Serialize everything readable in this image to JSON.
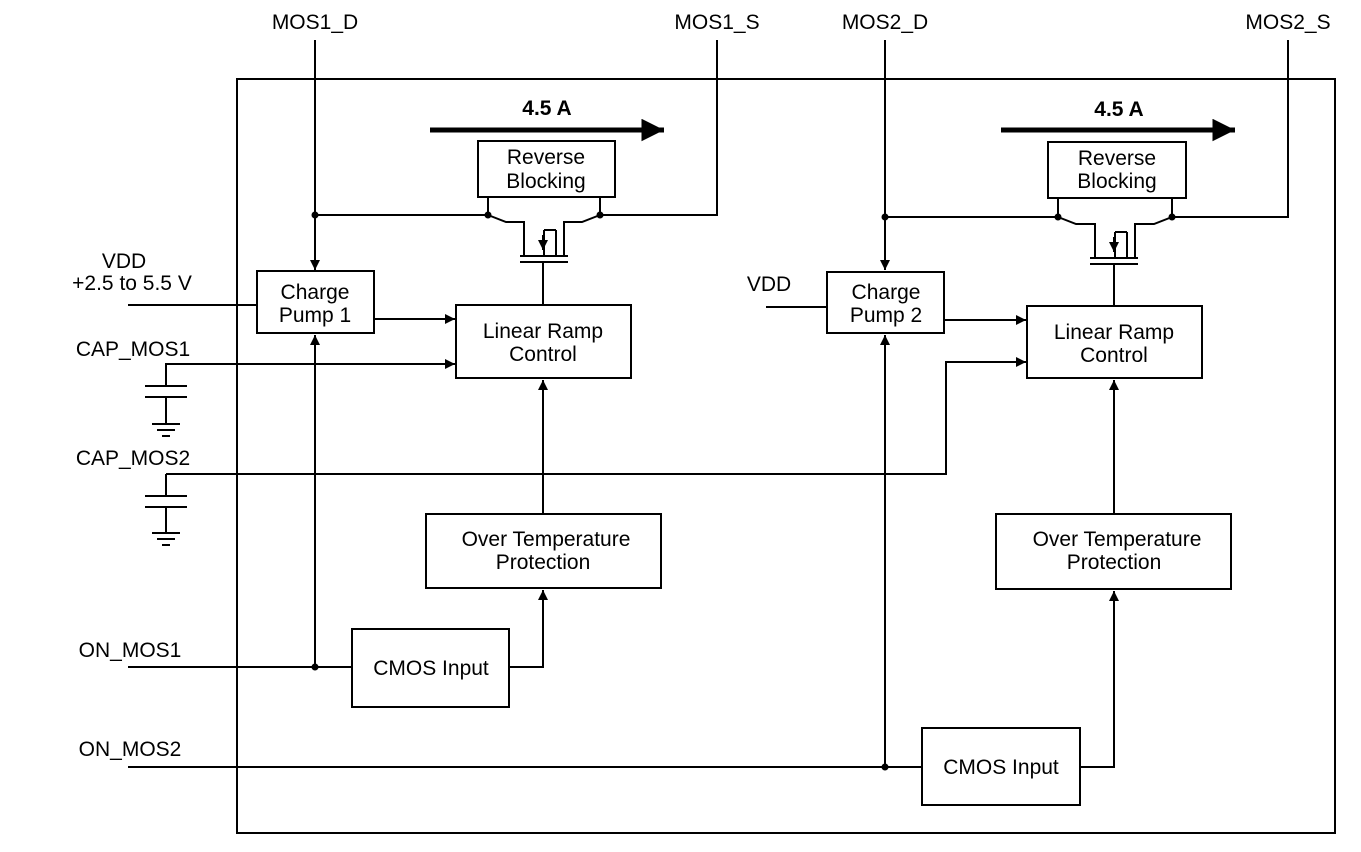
{
  "pins": {
    "mos1_d": "MOS1_D",
    "mos1_s": "MOS1_S",
    "mos2_d": "MOS2_D",
    "mos2_s": "MOS2_S",
    "vdd": "VDD",
    "vdd_range": "+2.5 to 5.5 V",
    "vdd2": "VDD",
    "cap_mos1": "CAP_MOS1",
    "cap_mos2": "CAP_MOS2",
    "on_mos1": "ON_MOS1",
    "on_mos2": "ON_MOS2"
  },
  "channel1": {
    "current": "4.5 A",
    "reverse_blocking": [
      "Reverse",
      "Blocking"
    ],
    "charge_pump": [
      "Charge",
      "Pump 1"
    ],
    "linear_ramp": [
      "Linear Ramp",
      "Control"
    ],
    "over_temp": [
      "Over Temperature",
      "Protection"
    ],
    "cmos_input": "CMOS Input"
  },
  "channel2": {
    "current": "4.5 A",
    "reverse_blocking": [
      "Reverse",
      "Blocking"
    ],
    "charge_pump": [
      "Charge",
      "Pump 2"
    ],
    "linear_ramp": [
      "Linear Ramp",
      "Control"
    ],
    "over_temp": [
      "Over Temperature",
      "Protection"
    ],
    "cmos_input": "CMOS Input"
  }
}
